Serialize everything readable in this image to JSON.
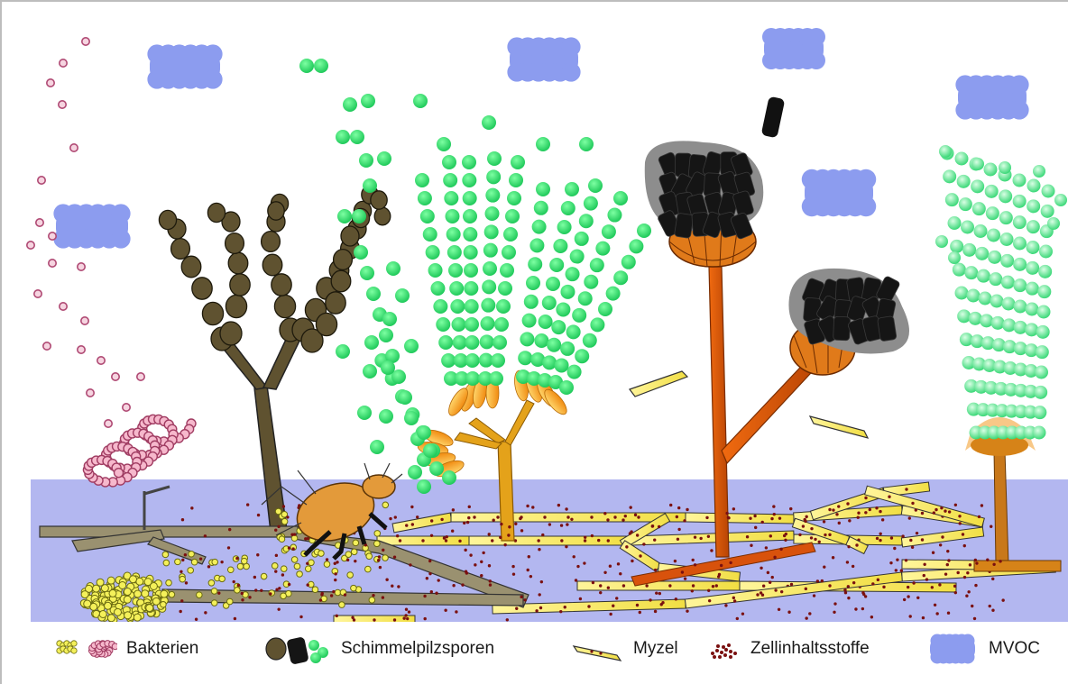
{
  "legend": {
    "bacteria": "Bakterien",
    "spores": "Schimmelpilzsporen",
    "mycel": "Myzel",
    "cell_contents": "Zellinhaltsstoffe",
    "mvoc": "MVOC"
  },
  "colors": {
    "substrate": "#b3b7f0",
    "mvoc_cloud": "#8c9cef",
    "spore_green": "#33d96b",
    "spore_olive": "#5f5230",
    "spore_black": "#151515",
    "bacteria_pink": "#c06c8e",
    "bacteria_yellow": "#f4f05a",
    "mycel_yellow": "#f7e96a",
    "cell_content_dot": "#7a1010",
    "sporangium_orange": "#e06a10",
    "phialide_orange": "#f2a52a",
    "mite_orange": "#e39a3a"
  }
}
